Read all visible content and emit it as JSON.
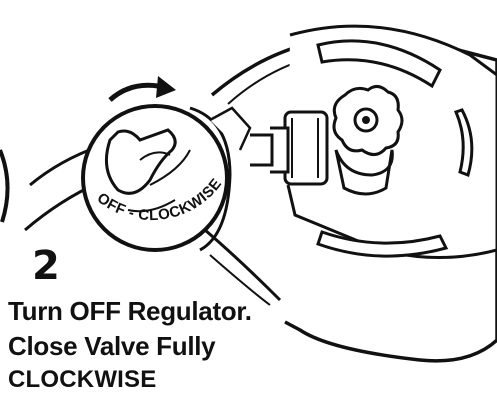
{
  "step": {
    "number": "2",
    "line1": "Turn OFF Regulator.",
    "line2": "Close Valve Fully",
    "line3": "CLOCKWISE"
  },
  "callout": {
    "arc_text": "OFF - CLOCKWISE"
  },
  "colors": {
    "ink": "#111111",
    "background": "#ffffff"
  }
}
